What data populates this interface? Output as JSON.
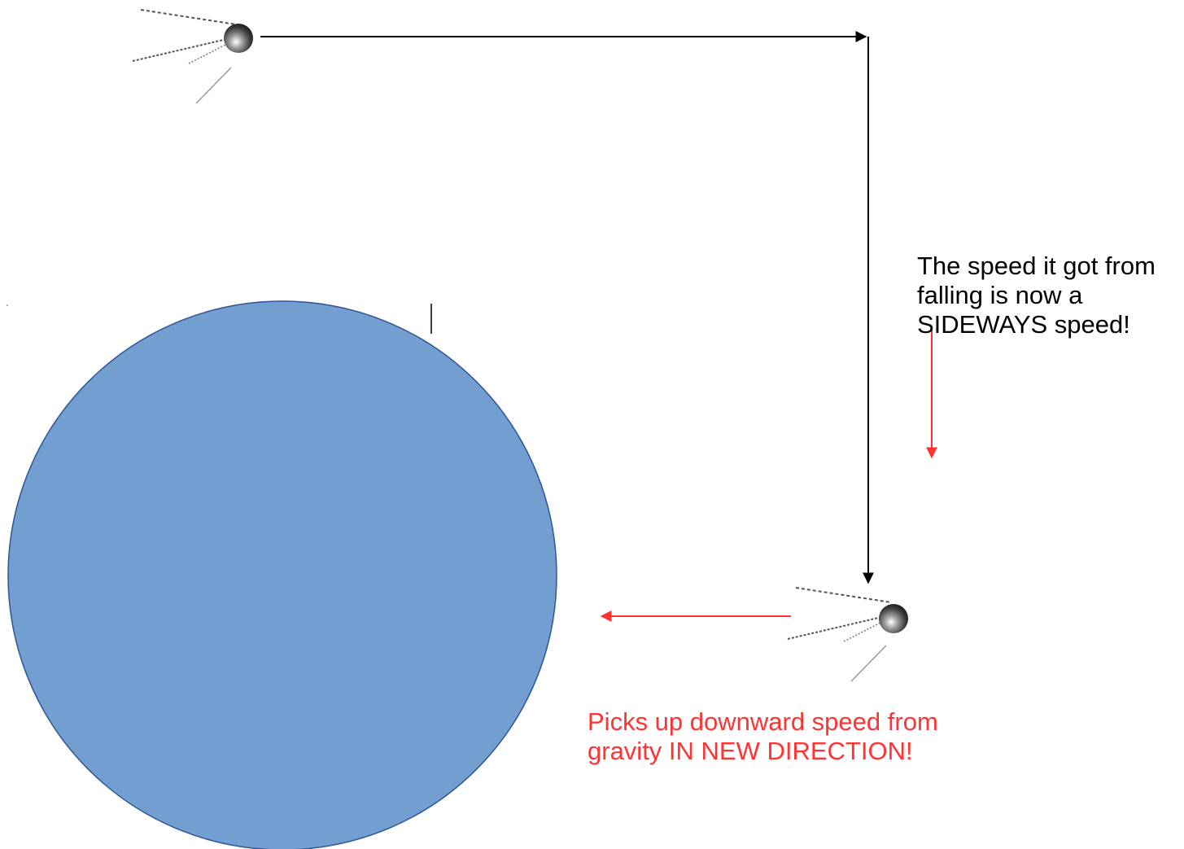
{
  "notes": {
    "sideways": "The speed it got from falling is now a SIDEWAYS speed!",
    "gravity": "Picks up downward speed from gravity IN NEW DIRECTION!"
  },
  "colors": {
    "earth_fill": "#729fcf",
    "earth_stroke": "#2f5597",
    "arrow_black": "#000000",
    "arrow_red": "#ff3333",
    "text_red": "#ff3333",
    "text_black": "#000000"
  },
  "icons": {
    "satellite": "sputnik-satellite-icon",
    "planet": "earth-circle"
  }
}
